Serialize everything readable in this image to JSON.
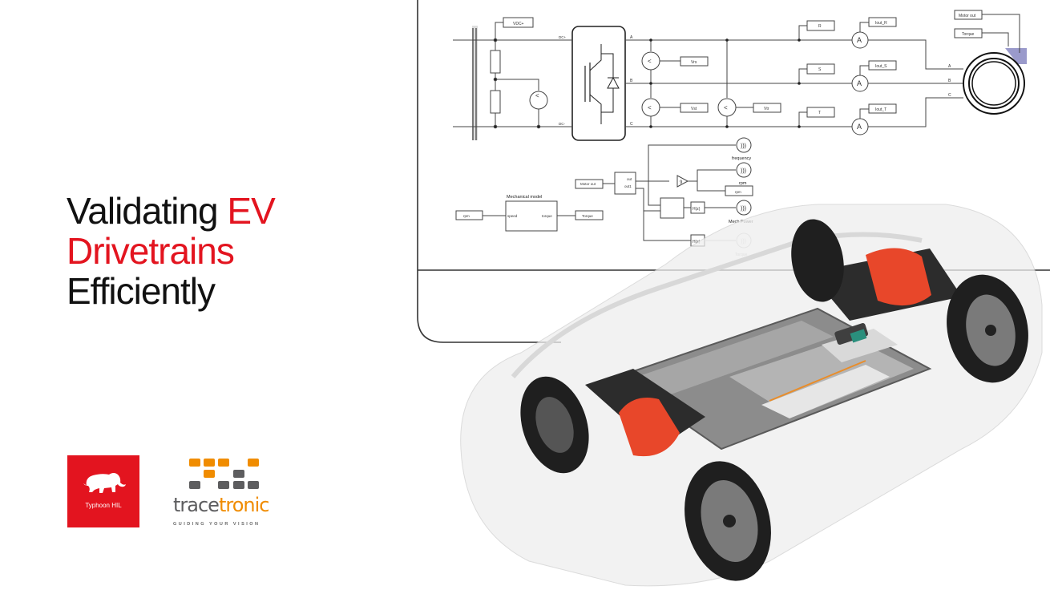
{
  "headline": {
    "line1_black": "Validating ",
    "line1_red": "EV",
    "line2_red": "Drivetrains",
    "line3_black": "Efficiently"
  },
  "colors": {
    "accent_red": "#e3141f",
    "trace_orange": "#f08c00",
    "trace_gray": "#5d5d5f",
    "motor_orange": "#e8472a",
    "motor_port": "#9a9acb"
  },
  "logos": {
    "typhoon": {
      "caption": "Typhoon HIL",
      "icon": "elephant-icon"
    },
    "tracetronic": {
      "word_gray": "trace",
      "word_orange": "tronic",
      "tagline": "GUIDING YOUR VISION"
    }
  },
  "schematic": {
    "dc_labels": {
      "vdc": "VDC+",
      "dc_plus": "DC+",
      "dc_minus": "DC-"
    },
    "phase_labels": [
      "A",
      "B",
      "C"
    ],
    "voltmeters": [
      "Vrs",
      "Vst",
      "Vtr"
    ],
    "phase_tags": [
      "R",
      "S",
      "T"
    ],
    "current_tags": [
      "Iout_R",
      "Iout_S",
      "Iout_T"
    ],
    "ammeter_symbol": "A",
    "motor": {
      "out_label": "Motor out",
      "torque_label": "Torque"
    },
    "mechanical": {
      "title": "Mechanical model",
      "input_tag": "rpm",
      "port_in": "speed",
      "port_out": "torque",
      "output_tag": "Torque"
    },
    "measurement": {
      "input_tag": "Motor out",
      "ports": [
        "out",
        "out1"
      ],
      "gain": "9",
      "transfer": "H(z)",
      "scopes": [
        "frequency",
        "rpm",
        "Mech Power",
        "Torque"
      ],
      "rpm_tag": "rpm"
    }
  }
}
